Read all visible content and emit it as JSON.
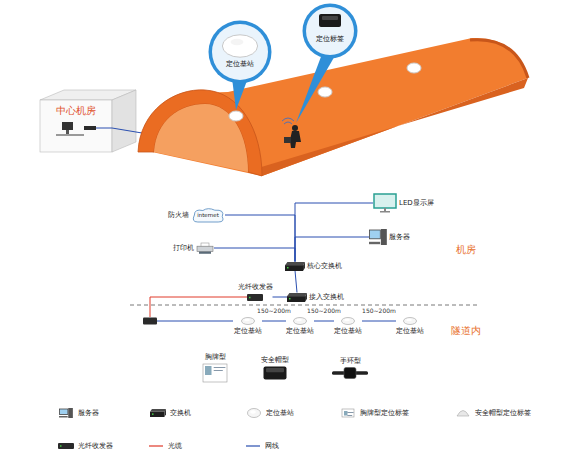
{
  "diagram": {
    "nodes": [
      {
        "text": [
          "中心机房"
        ]
      },
      {
        "text": [
          "定位基站"
        ]
      },
      {
        "text": [
          "定位标签"
        ]
      },
      {
        "text": [
          "防火墙",
          "internet"
        ]
      },
      {
        "text": [
          "LED显示屏"
        ]
      },
      {
        "text": [
          "打印机"
        ]
      },
      {
        "text": [
          "服务器"
        ]
      },
      {
        "text": [
          "核心交换机"
        ]
      },
      {
        "text": [
          "光纤收发器"
        ]
      },
      {
        "text": [
          "接入交换机"
        ]
      },
      {
        "text": [
          "定位基站"
        ]
      },
      {
        "text": [
          "定位基站"
        ]
      },
      {
        "text": [
          "定位基站"
        ]
      },
      {
        "text": [
          "定位基站"
        ]
      },
      {
        "text": [
          "胸牌型"
        ]
      },
      {
        "text": [
          "安全帽型"
        ]
      },
      {
        "text": [
          "手环型"
        ]
      }
    ],
    "edges": [
      {
        "from": 7,
        "to": 3,
        "arrow": "none"
      },
      {
        "from": 7,
        "to": 4,
        "arrow": "none"
      },
      {
        "from": 7,
        "to": 5,
        "arrow": "none"
      },
      {
        "from": 7,
        "to": 6,
        "arrow": "none"
      },
      {
        "from": 7,
        "to": 9,
        "arrow": "none"
      },
      {
        "from": 8,
        "to": 9,
        "arrow": "none"
      },
      {
        "from": 10,
        "to": 11,
        "label": "150~200m",
        "arrow": "none"
      },
      {
        "from": 11,
        "to": 12,
        "label": "150~200m",
        "arrow": "none"
      },
      {
        "from": 12,
        "to": 13,
        "label": "150~200m",
        "arrow": "none"
      }
    ],
    "labels": [
      "机房",
      "隧道内"
    ],
    "legend": [
      {
        "text": "服务器"
      },
      {
        "text": "交换机"
      },
      {
        "text": "定位基站"
      },
      {
        "text": "胸牌型定位标签"
      },
      {
        "text": "安全帽型定位标签"
      },
      {
        "text": "光纤收发器"
      },
      {
        "text": "光缆"
      },
      {
        "text": "网线"
      }
    ]
  }
}
